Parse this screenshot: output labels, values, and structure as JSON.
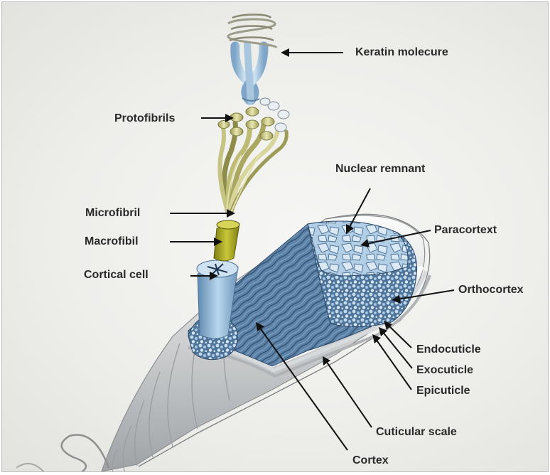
{
  "labels": {
    "keratin": "Keratin molecure",
    "protofibrils": "Protofibrils",
    "nuclear_remnant": "Nuclear remnant",
    "microfibril": "Microfibril",
    "paracortext": "Paracortext",
    "macrofibil": "Macrofibil",
    "cortical_cell": "Cortical cell",
    "orthocortex": "Orthocortex",
    "endocuticle": "Endocuticle",
    "exocuticle": "Exocuticle",
    "epicuticle": "Epicuticle",
    "cuticular_scale": "Cuticular scale",
    "cortex": "Cortex"
  },
  "colors": {
    "cortex_blue": "#6f93b6",
    "cell_blue": "#9ec3df",
    "fibril_olive": "#c9c77d",
    "macrofibril_olive": "#a3a220",
    "cuticle_grey": "#cfd2d4"
  }
}
